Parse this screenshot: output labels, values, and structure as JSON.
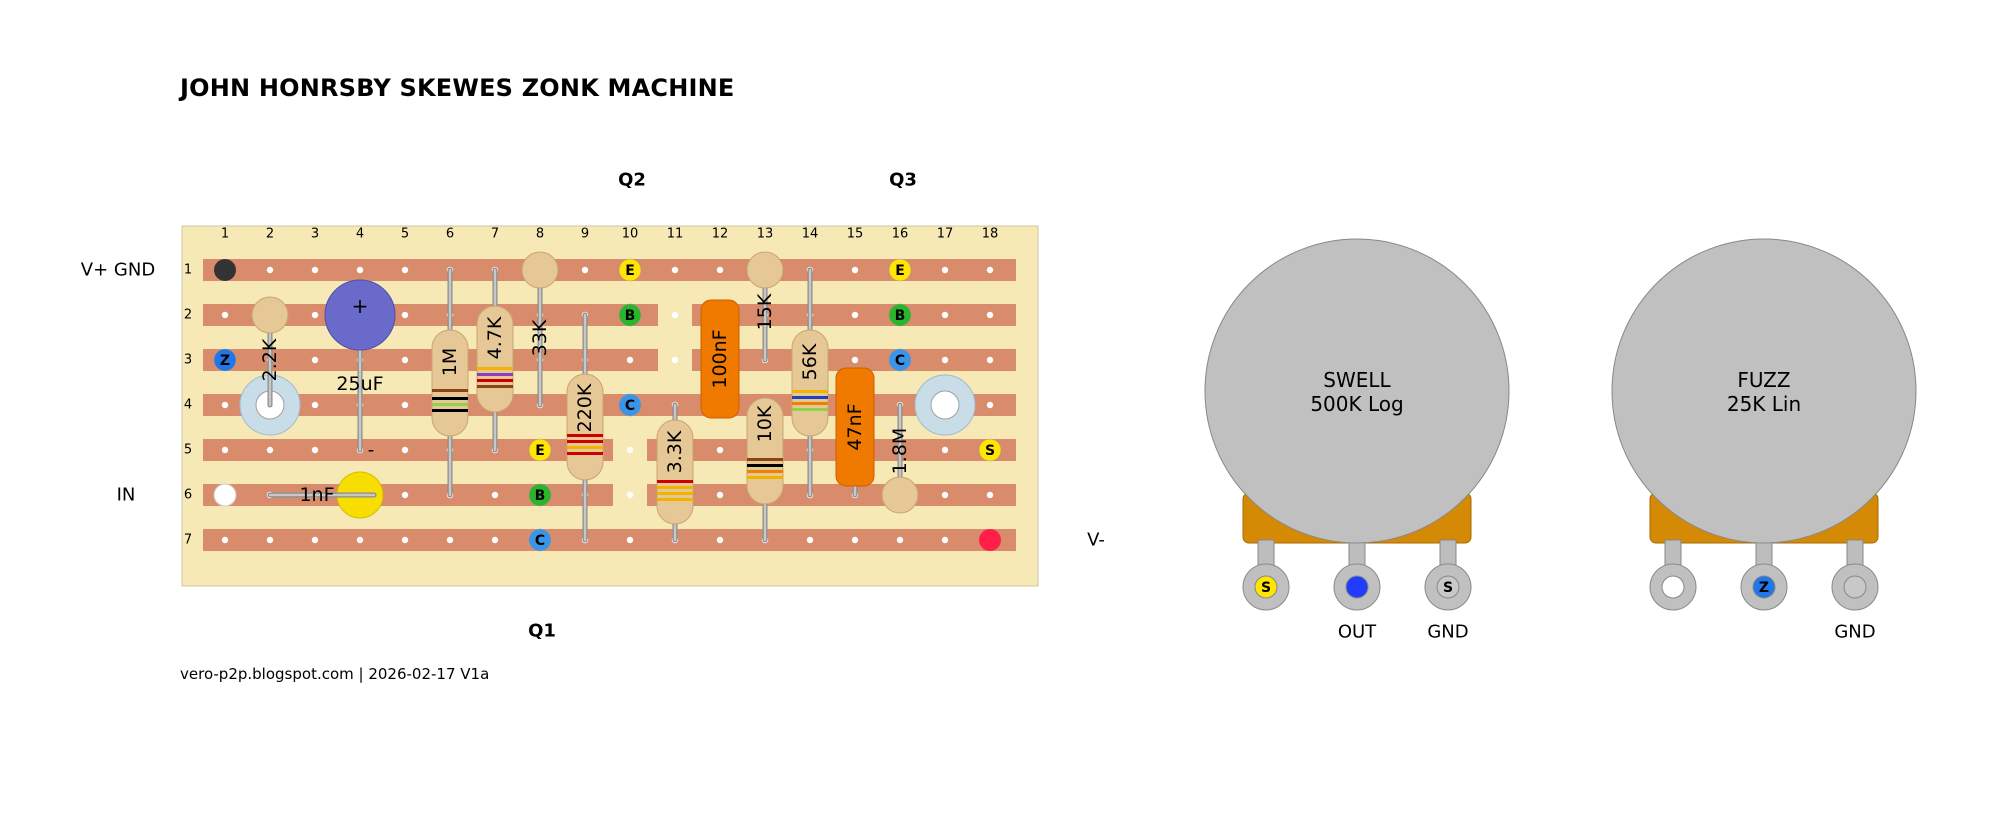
{
  "title": "JOHN HONRSBY SKEWES ZONK MACHINE",
  "footer": "vero-p2p.blogspot.com  |  2026-02-17 V1a",
  "colors": {
    "board": "#f7e9b5",
    "strip": "#d98c6c",
    "hole": "#ffffff",
    "resistor_body": "#e6c896",
    "film_cap": "#f07a00",
    "electrolytic": "#6a6acb",
    "ceramic_cap": "#f7dd00",
    "pot_body": "#c0c0c0",
    "pot_bracket": "#d58a06",
    "emitter_pin": "#ffe500",
    "base_pin": "#2ab52a",
    "collector_pin": "#3a95e8",
    "zonk_pin": "#2277e8",
    "pad_ring": "#c9dde8",
    "gnd_dot": "#333333",
    "vminus_dot": "#ff1f4a"
  },
  "columns": [
    "1",
    "2",
    "3",
    "4",
    "5",
    "6",
    "7",
    "8",
    "9",
    "10",
    "11",
    "12",
    "13",
    "14",
    "15",
    "16",
    "17",
    "18"
  ],
  "rows": [
    "1",
    "2",
    "3",
    "4",
    "5",
    "6",
    "7"
  ],
  "connection_labels": {
    "vplus_gnd": "V+ GND",
    "in": "IN",
    "vminus": "V-"
  },
  "transistor_labels": {
    "q1": "Q1",
    "q2": "Q2",
    "q3": "Q3"
  },
  "pins": {
    "emitter": "E",
    "base": "B",
    "collector": "C",
    "zonk": "Z",
    "swell": "S"
  },
  "components": {
    "r_2k2": "2.2K",
    "r_4k7": "4.7K",
    "r_1m": "1M",
    "r_33k": "33K",
    "r_220k": "220K",
    "r_3k3": "3.3K",
    "r_15k": "15K",
    "r_10k": "10K",
    "r_56k": "56K",
    "r_1m8": "1.8M",
    "c_25uf": "25uF",
    "c_1nf": "1nF",
    "c_100nf": "100nF",
    "c_47nf": "47nF",
    "cap_plus": "+",
    "cap_minus": "-"
  },
  "pots": [
    {
      "name": "SWELL",
      "value": "500K Log",
      "lug_labels": [
        "",
        "OUT",
        "GND"
      ]
    },
    {
      "name": "FUZZ",
      "value": "25K Lin",
      "lug_labels": [
        "",
        "",
        "GND"
      ]
    }
  ]
}
